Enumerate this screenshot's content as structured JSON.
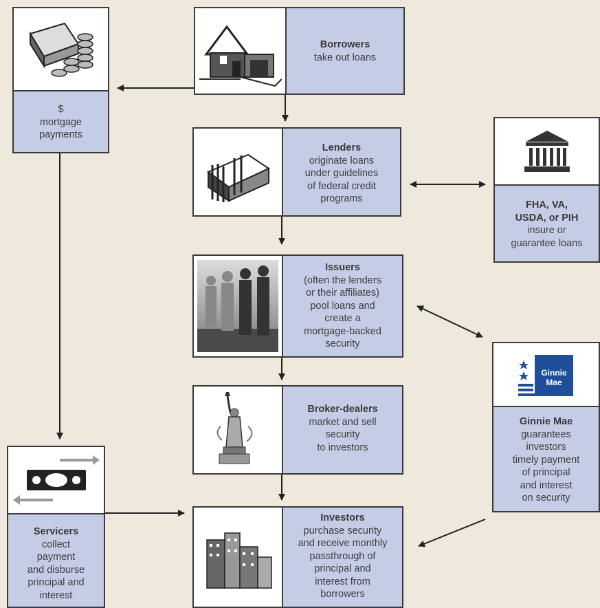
{
  "nodes": {
    "borrowers": {
      "title": "Borrowers",
      "lines": [
        "take out loans"
      ]
    },
    "payments": {
      "title": "",
      "lines": [
        "$",
        "mortgage",
        "payments"
      ]
    },
    "lenders": {
      "title": "Lenders",
      "lines": [
        "originate loans",
        "under guidelines",
        "of federal credit",
        "programs"
      ]
    },
    "agencies": {
      "title": "FHA, VA,",
      "title2": "USDA, or PIH",
      "lines": [
        "insure or",
        "guarantee loans"
      ]
    },
    "issuers": {
      "title": "Issuers",
      "lines": [
        "(often the lenders",
        "or their affiliates)",
        "pool loans and",
        "create a",
        "mortgage-backed",
        "security"
      ]
    },
    "ginnie": {
      "title": "Ginnie Mae",
      "logo_text_1": "Ginnie",
      "logo_text_2": "Mae",
      "lines": [
        "guarantees",
        "investors",
        "timely payment",
        "of principal",
        "and interest",
        "on security"
      ]
    },
    "brokers": {
      "title": "Broker-dealers",
      "lines": [
        "market and sell",
        "security",
        "to investors"
      ]
    },
    "servicers": {
      "title": "Servicers",
      "lines": [
        "collect",
        "payment",
        "and disburse",
        "principal and",
        "interest"
      ]
    },
    "investors": {
      "title": "Investors",
      "lines": [
        "purchase security",
        "and receive monthly",
        "passthrough of",
        "principal and",
        "interest from",
        "borrowers"
      ]
    }
  },
  "icons": {
    "borrowers": "house-icon",
    "payments": "money-stack-icon",
    "lenders": "office-building-icon",
    "agencies": "government-building-icon",
    "issuers": "business-people-icon",
    "ginnie": "ginnie-mae-logo-icon",
    "brokers": "statue-of-liberty-icon",
    "servicers": "dollar-bill-exchange-icon",
    "investors": "city-buildings-icon"
  },
  "colors": {
    "background": "#efe8dd",
    "box_fill": "#c5cde6",
    "ginnie_blue": "#1f4e9b"
  }
}
